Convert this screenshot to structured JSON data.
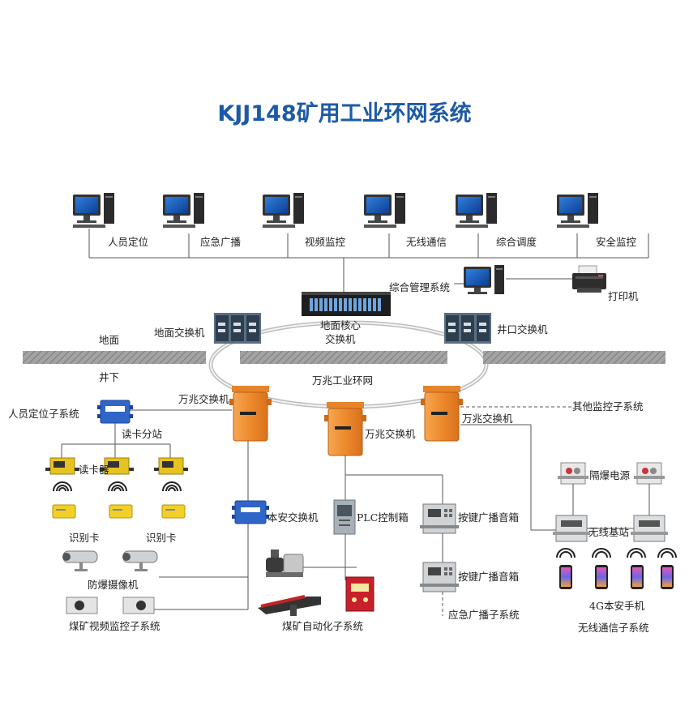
{
  "title": "KJJ148矿用工业环网系统",
  "top_systems": [
    "人员定位",
    "应急广播",
    "视频监控",
    "无线通信",
    "综合调度",
    "安全监控"
  ],
  "labels": {
    "integrated_mgmt": "综合管理系统",
    "printer": "打印机",
    "ground_core_1": "地面核心",
    "ground_core_2": "交换机",
    "ground_switch": "地面交换机",
    "shaft_switch": "井口交换机",
    "ground": "地面",
    "underground": "井下",
    "ring": "万兆工业环网",
    "gig_switch_left": "万兆交换机",
    "gig_switch_mid": "万兆交换机",
    "gig_switch_right": "万兆交换机",
    "other_monitor": "其他监控子系统",
    "personnel_sys": "人员定位子系统",
    "card_substation": "读卡分站",
    "card_reader": "读卡器",
    "id_card_1": "识别卡",
    "id_card_2": "识别卡",
    "explosion_camera": "防爆摄像机",
    "video_sys": "煤矿视频监控子系统",
    "intrinsic_switch": "本安交换机",
    "plc_box": "PLC控制箱",
    "automation_sys": "煤矿自动化子系统",
    "speaker_1": "按键广播音箱",
    "speaker_2": "按键广播音箱",
    "broadcast_sys": "应急广播子系统",
    "power_supply": "隔爆电源",
    "base_station": "无线基站",
    "phone_4g": "4G本安手机",
    "wireless_sys": "无线通信子系统"
  },
  "colors": {
    "title": "#1d5aa5",
    "orange_switch": "#ee8a2c",
    "blue_station": "#2f66c8",
    "ground_bar": "#9a9a9a",
    "card_yellow": "#f2d027"
  }
}
